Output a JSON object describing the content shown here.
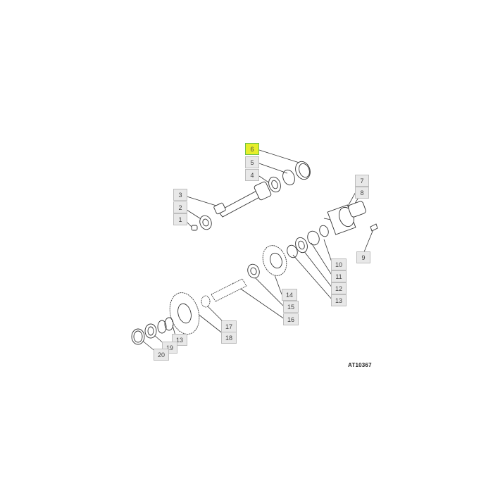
{
  "diagram": {
    "reference_code": "AT10367",
    "highlighted_part": "6",
    "colors": {
      "callout_bg": "#e8e8e8",
      "callout_border": "#bdbdbd",
      "highlight_bg": "#e6ee2a",
      "highlight_border": "#6cc04a",
      "line": "#333333"
    },
    "callouts": [
      {
        "id": "1",
        "label": "1"
      },
      {
        "id": "2",
        "label": "2"
      },
      {
        "id": "3",
        "label": "3"
      },
      {
        "id": "4",
        "label": "4"
      },
      {
        "id": "5",
        "label": "5"
      },
      {
        "id": "6",
        "label": "6"
      },
      {
        "id": "7",
        "label": "7"
      },
      {
        "id": "8",
        "label": "8"
      },
      {
        "id": "9",
        "label": "9"
      },
      {
        "id": "10",
        "label": "10"
      },
      {
        "id": "11",
        "label": "11"
      },
      {
        "id": "12",
        "label": "12"
      },
      {
        "id": "13a",
        "label": "13"
      },
      {
        "id": "14",
        "label": "14"
      },
      {
        "id": "15",
        "label": "15"
      },
      {
        "id": "16",
        "label": "16"
      },
      {
        "id": "17",
        "label": "17"
      },
      {
        "id": "18",
        "label": "18"
      },
      {
        "id": "13b",
        "label": "13"
      },
      {
        "id": "19",
        "label": "19"
      },
      {
        "id": "20",
        "label": "20"
      }
    ]
  }
}
